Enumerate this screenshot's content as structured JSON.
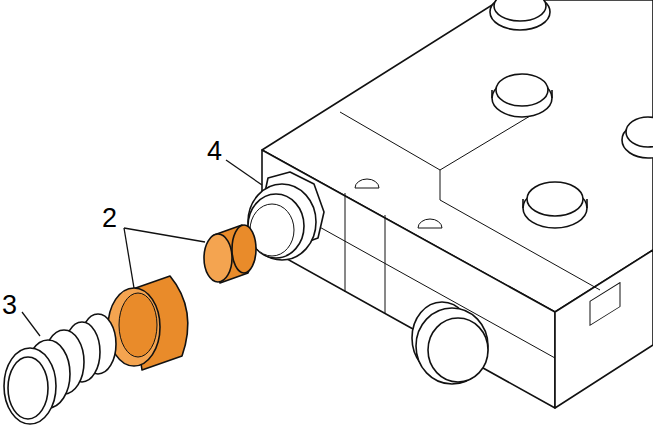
{
  "diagram": {
    "labels": [
      "4",
      "2",
      "3"
    ]
  }
}
